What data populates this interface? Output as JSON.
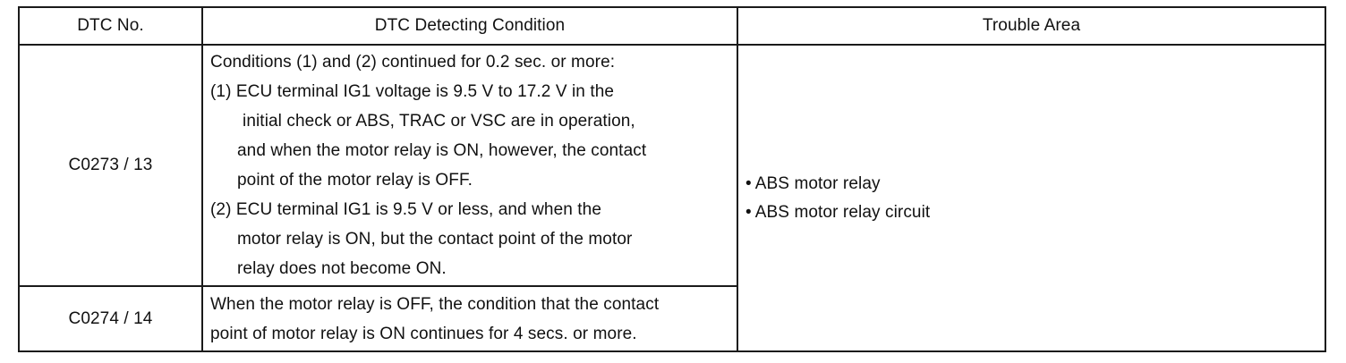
{
  "table": {
    "headers": [
      "DTC No.",
      "DTC Detecting Condition",
      "Trouble Area"
    ],
    "rows": [
      {
        "code": "C0273 / 13",
        "condition_lines": [
          "Conditions (1) and (2) continued for 0.2 sec. or more:",
          "(1) ECU terminal IG1 voltage is 9.5 V to 17.2 V in the",
          "initial check or ABS, TRAC or VSC are in operation,",
          "and when the motor relay is ON, however, the contact",
          "point of the motor relay is OFF.",
          "(2) ECU terminal IG1 is 9.5 V or less, and when the",
          "motor relay is ON, but the contact point of the motor",
          "relay does not become ON."
        ]
      },
      {
        "code": "C0274 / 14",
        "condition_lines": [
          "When the motor relay is OFF, the condition that the contact",
          "point of motor relay is ON continues for 4 secs. or more."
        ]
      }
    ],
    "trouble_area": {
      "bullet": "•",
      "items": [
        "ABS motor relay",
        "ABS motor relay circuit"
      ]
    }
  }
}
